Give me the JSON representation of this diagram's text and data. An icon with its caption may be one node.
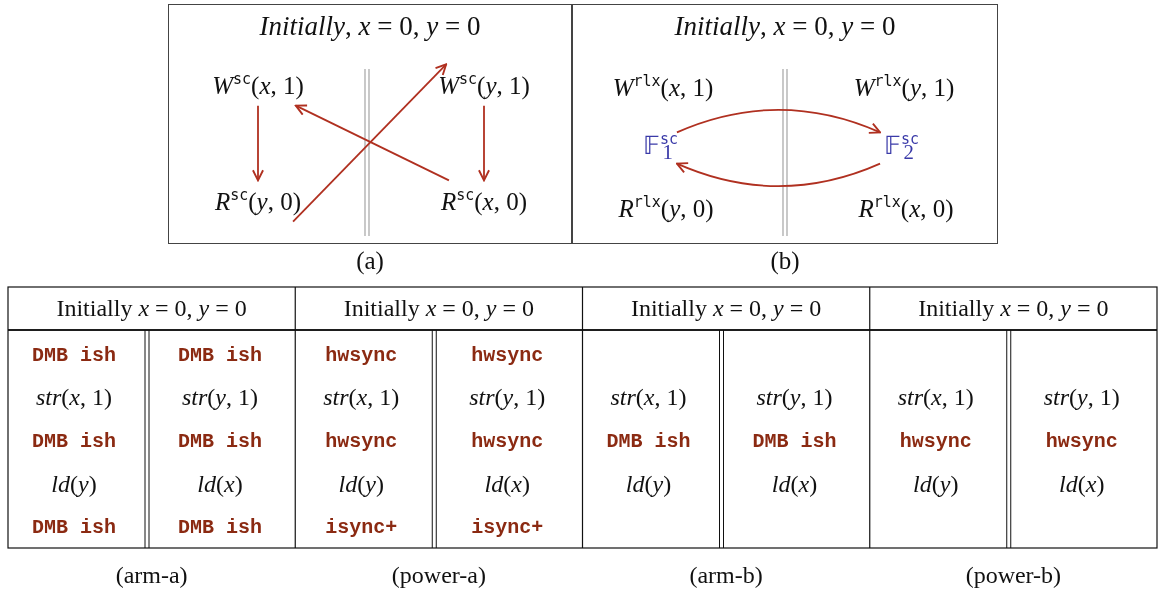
{
  "diagram": {
    "nodes": [
      {
        "text": [
          "*Initially*, *x* = 0, *y* = 0"
        ],
        "beside": [
          "(a)"
        ]
      },
      {
        "text": [
          "*W*$^{sc}$(*x*, 1)"
        ],
        "in": 0
      },
      {
        "text": [
          "*W*$^{sc}$(*y*, 1)"
        ],
        "in": 0
      },
      {
        "text": [
          "*R*$^{sc}$(*y*, 0)"
        ],
        "in": 0
      },
      {
        "text": [
          "*R*$^{sc}$(*x*, 0)"
        ],
        "in": 0
      },
      {
        "text": [
          "*Initially*, *x* = 0, *y* = 0"
        ],
        "beside": [
          "(b)"
        ]
      },
      {
        "text": [
          "*W*$^{rlx}$(*x*, 1)"
        ],
        "in": 5
      },
      {
        "text": [
          "*W*$^{rlx}$(*y*, 1)"
        ],
        "in": 5
      },
      {
        "text": [
          "𝔽$^{sc}$$_{1}$"
        ],
        "in": 5
      },
      {
        "text": [
          "𝔽$^{sc}$$_{2}$"
        ],
        "in": 5
      },
      {
        "text": [
          "*R*$^{rlx}$(*y*, 0)"
        ],
        "in": 5
      },
      {
        "text": [
          "*R*$^{rlx}$(*x*, 0)"
        ],
        "in": 5
      }
    ],
    "edges": [
      {
        "from": 1,
        "to": 3,
        "arrow": "to"
      },
      {
        "from": 2,
        "to": 4,
        "arrow": "to"
      },
      {
        "from": 3,
        "to": 2,
        "arrow": "to"
      },
      {
        "from": 4,
        "to": 1,
        "arrow": "to"
      },
      {
        "from": 8,
        "to": 9,
        "arrow": "to"
      },
      {
        "from": 9,
        "to": 8,
        "arrow": "to"
      }
    ],
    "labels": [
      "Initially *x* = 0, *y* = 0",
      "Initially *x* = 0, *y* = 0",
      "Initially *x* = 0, *y* = 0",
      "Initially *x* = 0, *y* = 0",
      "DMB ish",
      "DMB ish",
      "hwsync",
      "hwsync",
      "*str*(*x*, 1)",
      "*str*(*y*, 1)",
      "*str*(*x*, 1)",
      "*str*(*y*, 1)",
      "*str*(*x*, 1)",
      "*str*(*y*, 1)",
      "*str*(*x*, 1)",
      "*str*(*y*, 1)",
      "DMB ish",
      "DMB ish",
      "hwsync",
      "hwsync",
      "DMB ish",
      "DMB ish",
      "hwsync",
      "hwsync",
      "*ld*(*y*)",
      "*ld*(*x*)",
      "*ld*(*y*)",
      "*ld*(*x*)",
      "*ld*(*y*)",
      "*ld*(*x*)",
      "*ld*(*y*)",
      "*ld*(*x*)",
      "DMB ish",
      "DMB ish",
      "isync+",
      "isync+",
      "(arm-a)",
      "(power-a)",
      "(arm-b)",
      "(power-b)"
    ]
  }
}
